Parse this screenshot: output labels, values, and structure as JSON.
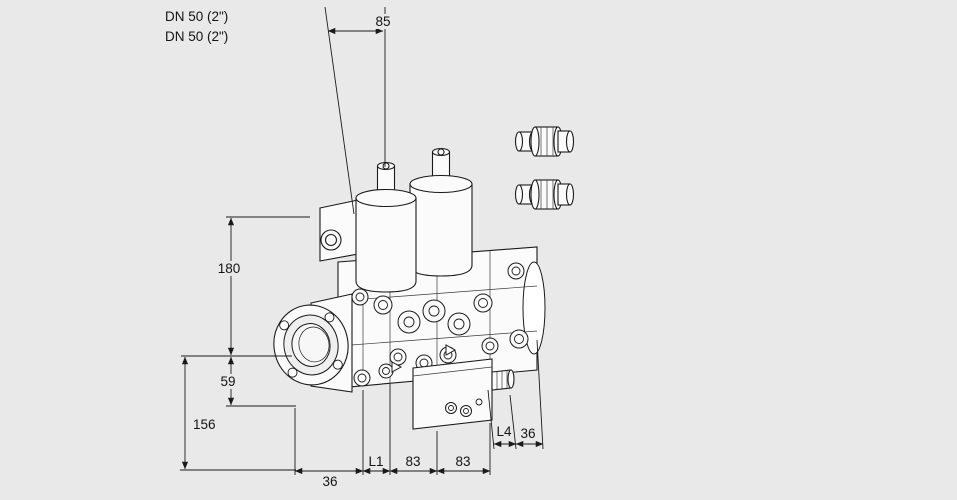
{
  "page": {
    "kind": "technical-dimension-drawing",
    "subject": "double-solenoid-valve"
  },
  "colors": {
    "background": "#e9e9e9",
    "line": "#1a1a1a",
    "fill": "#fbfbfb"
  },
  "labels": {
    "dn_line1": "DN 50 (2\")",
    "dn_line2": "DN 50 (2\")"
  },
  "dims": {
    "top85": "85",
    "left180": "180",
    "left59": "59",
    "left156": "156",
    "bottom36": "36",
    "l1": "L1",
    "span83a": "83",
    "span83b": "83",
    "l4": "L4",
    "right36": "36"
  }
}
